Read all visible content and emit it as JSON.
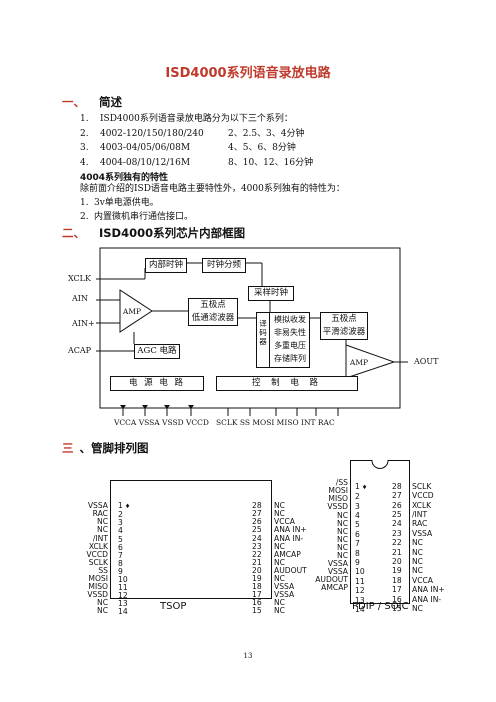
{
  "title": "ISD4000系列语音录放电路",
  "section1": {
    "num": "一、",
    "heading": "简述",
    "items": [
      {
        "n": "1.",
        "a": "ISD4000系列语音录放电路分为以下三个系列：",
        "b": ""
      },
      {
        "n": "2.",
        "a": "4002-120/150/180/240",
        "b": "2、2.5、3、4分钟"
      },
      {
        "n": "3.",
        "a": "4003-04/05/06/08M",
        "b": "4、5、6、8分钟"
      },
      {
        "n": "4.",
        "a": "4004-08/10/12/16M",
        "b": "8、10、12、16分钟"
      }
    ],
    "sub_heading": "4004系列独有的特性",
    "paragraph": "除前面介绍的ISD语音电路主要特性外，4000系列独有的特性为：",
    "features": [
      {
        "n": "1.",
        "text": "3v单电源供电。"
      },
      {
        "n": "2.",
        "text": "内置微机串行通信接口。"
      }
    ]
  },
  "section2": {
    "num": "二、",
    "heading": "ISD4000系列芯片内部框图",
    "blocks": {
      "internal_clock": "内部时钟",
      "clock_div": "时钟分频",
      "sample_clock": "采样时钟",
      "amp1": "AMP",
      "lpf_line1": "五极点",
      "lpf_line2": "低通滤波器",
      "decoder": "译码器",
      "array": [
        "模拟收发",
        "非易失性",
        "多重电压",
        "存储阵列"
      ],
      "smooth_line1": "五极点",
      "smooth_line2": "平滑滤波器",
      "agc": "AGC 电路",
      "amp2": "AMP",
      "power": "电 源 电 路",
      "control": "控 制 电 路"
    },
    "signals": {
      "xclk": "XCLK",
      "ain": "AIN",
      "ainp": "AIN+",
      "acap": "ACAP",
      "aout": "AOUT",
      "bottom_power": "VCCA VSSA VSSD VCCD",
      "bottom_ctrl": "SCLK SS MOSI MISO INT RAC"
    }
  },
  "section3": {
    "num": "三",
    "heading": "、管脚排列图",
    "tsop": {
      "label": "TSOP",
      "left_names": [
        "VSSA",
        "RAC",
        "NC",
        "NC",
        "/INT",
        "XCLK",
        "VCCD",
        "SCLK",
        "SS",
        "MOSI",
        "MISO",
        "VSSD",
        "NC",
        "NC"
      ],
      "left_nums": [
        "1",
        "2",
        "3",
        "4",
        "5",
        "6",
        "7",
        "8",
        "9",
        "10",
        "11",
        "12",
        "13",
        "14"
      ],
      "right_nums": [
        "28",
        "27",
        "26",
        "25",
        "24",
        "23",
        "22",
        "21",
        "20",
        "19",
        "18",
        "17",
        "16",
        "15"
      ],
      "right_names": [
        "NC",
        "NC",
        "VCCA",
        "ANA IN+",
        "ANA IN-",
        "NC",
        "AMCAP",
        "NC",
        "AUDOUT",
        "NC",
        "VSSA",
        "VSSA",
        "NC",
        "NC"
      ]
    },
    "pdip": {
      "label": "PDIP / SOIC",
      "left_names": [
        "/SS",
        "MOSI",
        "MISO",
        "VSSD",
        "NC",
        "NC",
        "NC",
        "NC",
        "NC",
        "NC",
        "VSSA",
        "VSSA",
        "AUDOUT",
        "AMCAP"
      ],
      "left_nums": [
        "1",
        "2",
        "3",
        "4",
        "5",
        "6",
        "7",
        "8",
        "9",
        "10",
        "11",
        "12",
        "13",
        "14"
      ],
      "right_nums": [
        "28",
        "27",
        "26",
        "25",
        "24",
        "23",
        "22",
        "21",
        "20",
        "19",
        "18",
        "17",
        "16",
        "15"
      ],
      "right_names": [
        "SCLK",
        "VCCD",
        "XCLK",
        "/INT",
        "RAC",
        "VSSA",
        "NC",
        "NC",
        "NC",
        "NC",
        "VCCA",
        "ANA IN+",
        "ANA IN-",
        "NC"
      ]
    }
  },
  "page_number": "13"
}
